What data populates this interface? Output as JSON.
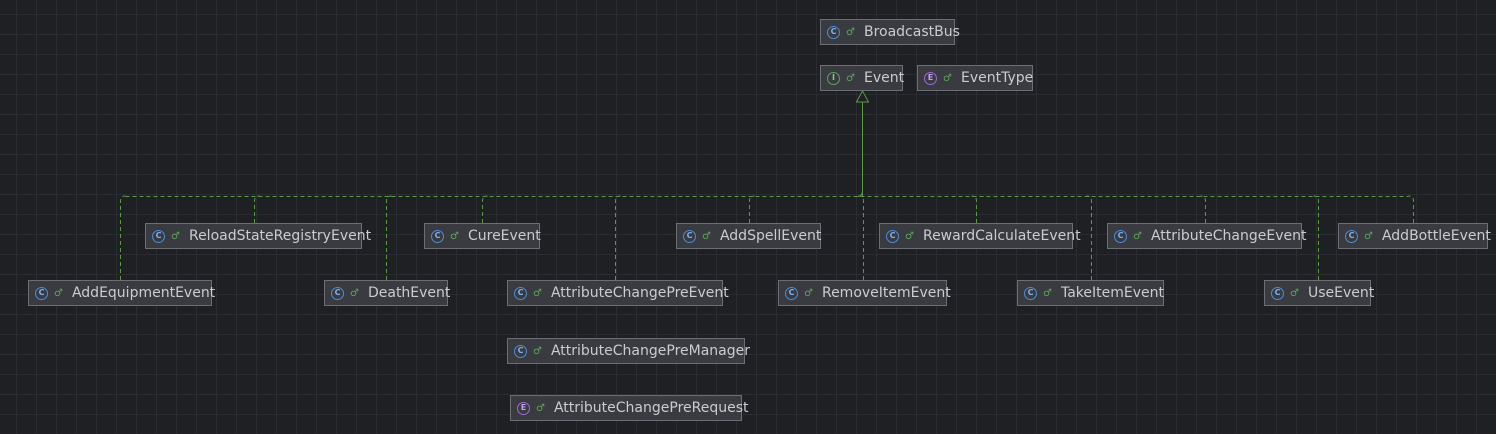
{
  "colors": {
    "background": "#1f2024",
    "grid": "#2b2c31",
    "node_fill": "#393b40",
    "node_border": "#6b6e74",
    "edge": "#5a9a45",
    "class_icon": "#4f8bd6",
    "interface_icon": "#5ba25b",
    "enum_icon": "#9a6ad6"
  },
  "icons": {
    "class": "class-icon",
    "interface": "interface-icon",
    "enum": "enum-icon",
    "visibility": "public-visibility-icon"
  },
  "nodes": {
    "broadcast_bus": {
      "label": "BroadcastBus",
      "kind": "C"
    },
    "event": {
      "label": "Event",
      "kind": "I"
    },
    "event_type": {
      "label": "EventType",
      "kind": "E"
    },
    "reload_state_registry_event": {
      "label": "ReloadStateRegistryEvent",
      "kind": "C"
    },
    "cure_event": {
      "label": "CureEvent",
      "kind": "C"
    },
    "add_spell_event": {
      "label": "AddSpellEvent",
      "kind": "C"
    },
    "reward_calculate_event": {
      "label": "RewardCalculateEvent",
      "kind": "C"
    },
    "attribute_change_event": {
      "label": "AttributeChangeEvent",
      "kind": "C"
    },
    "add_bottle_event": {
      "label": "AddBottleEvent",
      "kind": "C"
    },
    "add_equipment_event": {
      "label": "AddEquipmentEvent",
      "kind": "C"
    },
    "death_event": {
      "label": "DeathEvent",
      "kind": "C"
    },
    "attribute_change_pre_event": {
      "label": "AttributeChangePreEvent",
      "kind": "C"
    },
    "remove_item_event": {
      "label": "RemoveItemEvent",
      "kind": "C"
    },
    "take_item_event": {
      "label": "TakeItemEvent",
      "kind": "C"
    },
    "use_event": {
      "label": "UseEvent",
      "kind": "C"
    },
    "attribute_change_pre_manager": {
      "label": "AttributeChangePreManager",
      "kind": "C"
    },
    "attribute_change_pre_request": {
      "label": "AttributeChangePreRequest",
      "kind": "E"
    }
  },
  "edges": {
    "type": "implements",
    "target": "event",
    "sources": [
      "add_equipment_event",
      "reload_state_registry_event",
      "death_event",
      "cure_event",
      "attribute_change_pre_event",
      "add_spell_event",
      "remove_item_event",
      "reward_calculate_event",
      "take_item_event",
      "attribute_change_event",
      "use_event",
      "add_bottle_event"
    ]
  }
}
